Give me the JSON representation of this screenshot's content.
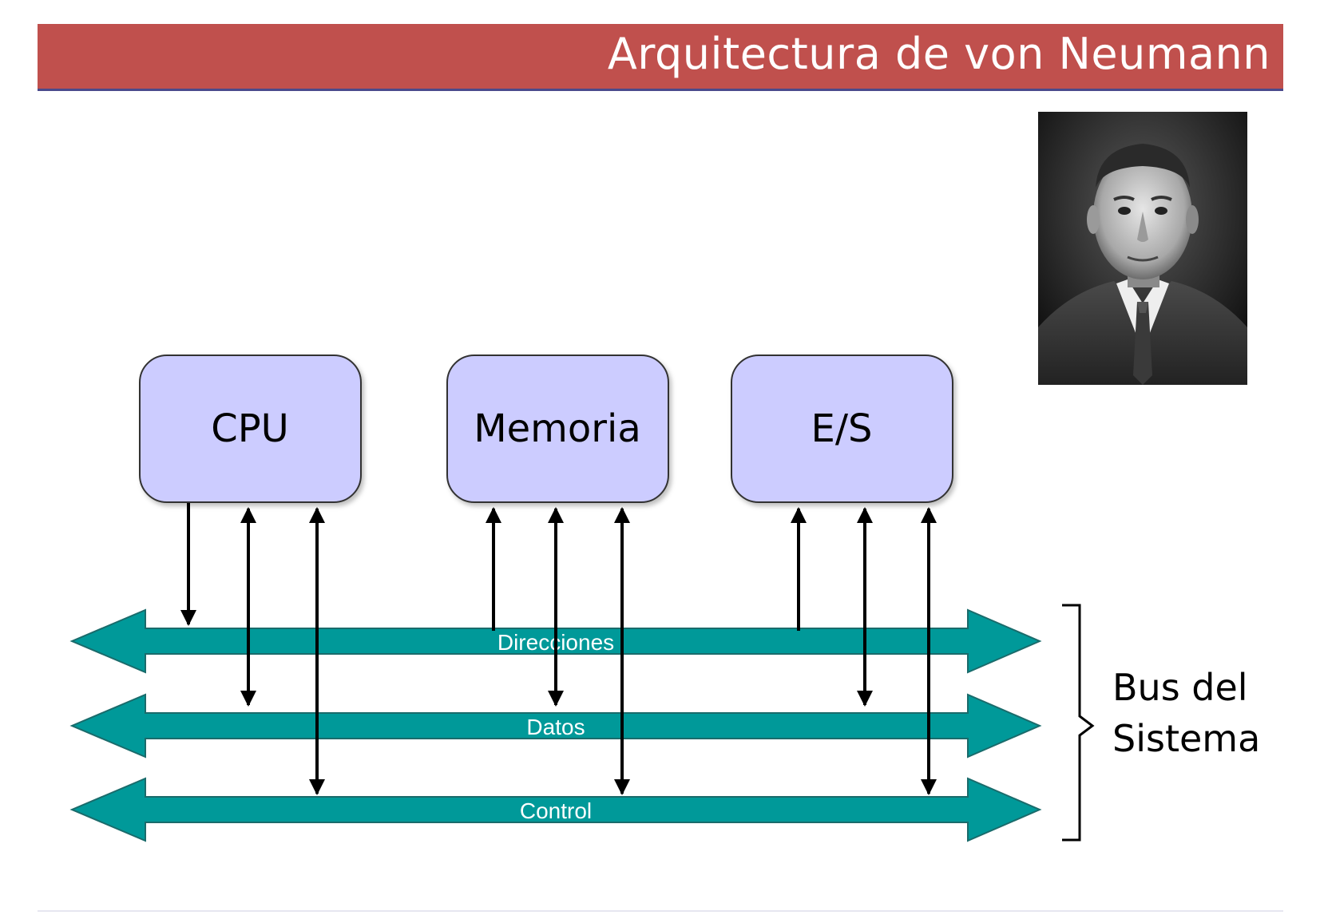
{
  "title": "Arquitectura de von Neumann",
  "components": [
    {
      "id": "cpu",
      "label": "CPU"
    },
    {
      "id": "memoria",
      "label": "Memoria"
    },
    {
      "id": "es",
      "label": "E/S"
    }
  ],
  "buses": [
    {
      "id": "direcciones",
      "label": "Direcciones"
    },
    {
      "id": "datos",
      "label": "Datos"
    },
    {
      "id": "control",
      "label": "Control"
    }
  ],
  "bus_group_label": {
    "line1": "Bus del",
    "line2": "Sistema"
  },
  "portrait": {
    "subject": "portrait-photo"
  },
  "colors": {
    "title_bar": "#c0504d",
    "title_underline": "#4a4a8c",
    "component_fill": "#ccccff",
    "bus_fill": "#009999",
    "bus_stroke": "#1a6b6b"
  }
}
